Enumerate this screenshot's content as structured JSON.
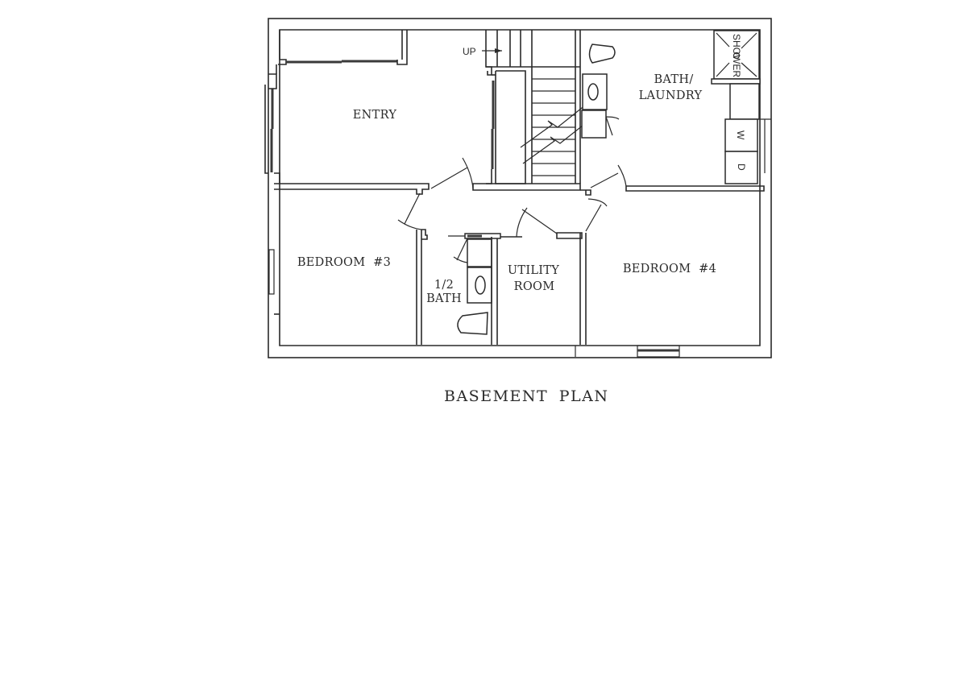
{
  "title": "BASEMENT PLAN",
  "rooms": [
    {
      "id": "entry",
      "lines": [
        "ENTRY"
      ]
    },
    {
      "id": "bath-laundry",
      "lines": [
        "BATH/",
        "LAUNDRY"
      ]
    },
    {
      "id": "bedroom-3",
      "lines": [
        "BEDROOM  #3"
      ]
    },
    {
      "id": "half-bath",
      "lines": [
        "1/2",
        "BATH"
      ]
    },
    {
      "id": "utility-room",
      "lines": [
        "UTILITY",
        "ROOM"
      ]
    },
    {
      "id": "bedroom-4",
      "lines": [
        "BEDROOM  #4"
      ]
    }
  ],
  "annotations": {
    "stairs_direction": "UP",
    "shower_label": "SHOWER",
    "washer_label": "W",
    "dryer_label": "D"
  },
  "colors": {
    "line": "#2a2a2a",
    "background": "#ffffff"
  }
}
